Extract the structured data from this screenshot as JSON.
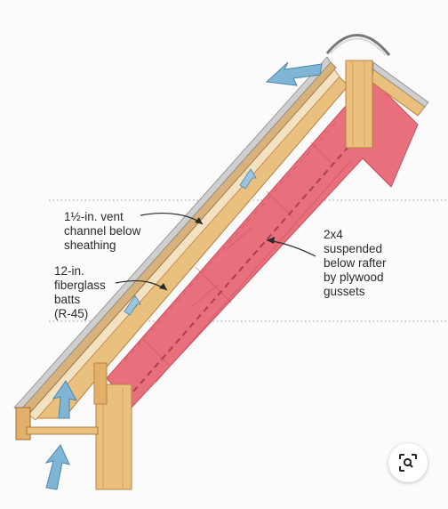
{
  "labels": {
    "vent_channel": "1½-in. vent\nchannel below\nsheathing",
    "batts": "12-in.\nfiberglass\nbatts\n(R-45)",
    "suspended": "2x4\nsuspended\nbelow rafter\nby plywood\ngussets"
  },
  "icons": {
    "lens_button": "image-search-icon",
    "airflow": "airflow-arrow-icon"
  },
  "colors": {
    "insulation": "#e8707c",
    "wood": "#e9c07e",
    "wood_dark": "#c98a3e",
    "arrow": "#7fb6d6",
    "dotted_line": "#9a9a9a"
  }
}
